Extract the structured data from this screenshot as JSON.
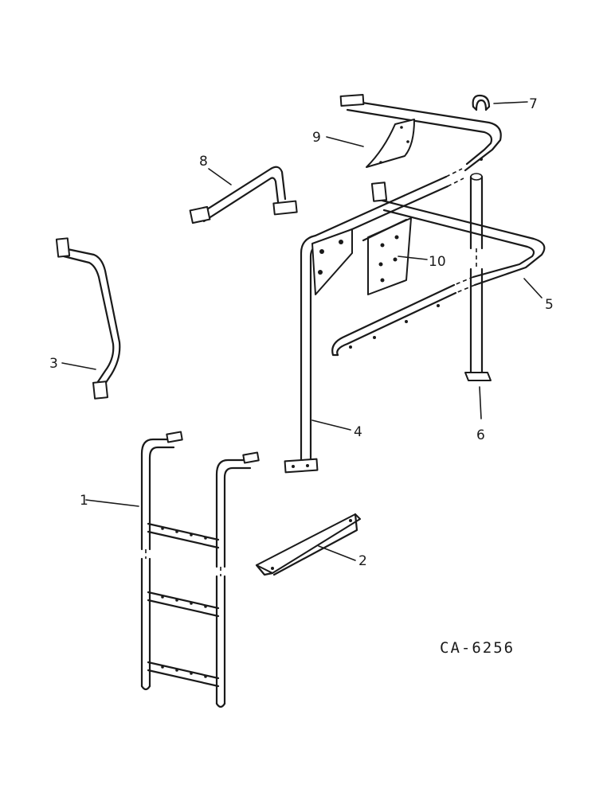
{
  "diagram": {
    "callouts": [
      {
        "id": "1",
        "label": "1"
      },
      {
        "id": "2",
        "label": "2"
      },
      {
        "id": "3",
        "label": "3"
      },
      {
        "id": "4",
        "label": "4"
      },
      {
        "id": "5",
        "label": "5"
      },
      {
        "id": "6",
        "label": "6"
      },
      {
        "id": "7",
        "label": "7"
      },
      {
        "id": "8",
        "label": "8"
      },
      {
        "id": "9",
        "label": "9"
      },
      {
        "id": "10",
        "label": "10"
      }
    ],
    "figure_code": "CA-6256"
  }
}
